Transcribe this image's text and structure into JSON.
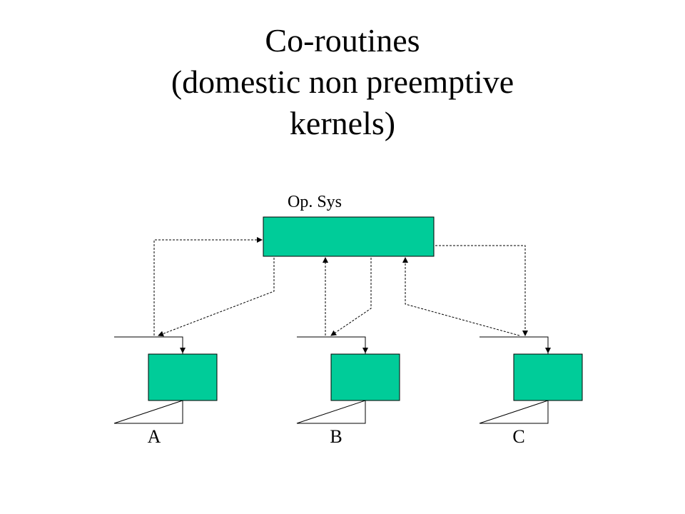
{
  "slide": {
    "title_lines": [
      "Co-routines",
      "(domestic non preemptive",
      "kernels)"
    ]
  },
  "diagram": {
    "os_label": "Op. Sys",
    "processes": [
      {
        "label": "A"
      },
      {
        "label": "B"
      },
      {
        "label": "C"
      }
    ]
  },
  "colors": {
    "box_fill": "#00CC99",
    "stroke": "#000000",
    "background": "#FFFFFF"
  }
}
